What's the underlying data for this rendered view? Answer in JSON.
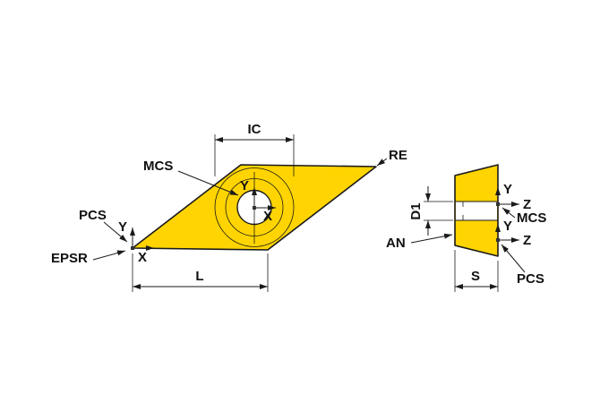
{
  "colors": {
    "insert_fill": "#ffd400",
    "line": "#1a1a1a"
  },
  "top_view": {
    "labels": {
      "ic": "IC",
      "mcs": "MCS",
      "re": "RE",
      "pcs": "PCS",
      "epsr": "EPSR",
      "l": "L",
      "center_y": "Y",
      "center_x": "X",
      "tip_y": "Y",
      "tip_x": "X"
    }
  },
  "side_view": {
    "labels": {
      "d1": "D1",
      "an": "AN",
      "s": "S",
      "mcs": "MCS",
      "pcs": "PCS",
      "y_mcs": "Y",
      "z_mcs": "Z",
      "y_pcs": "Y",
      "z_pcs": "Z"
    }
  }
}
